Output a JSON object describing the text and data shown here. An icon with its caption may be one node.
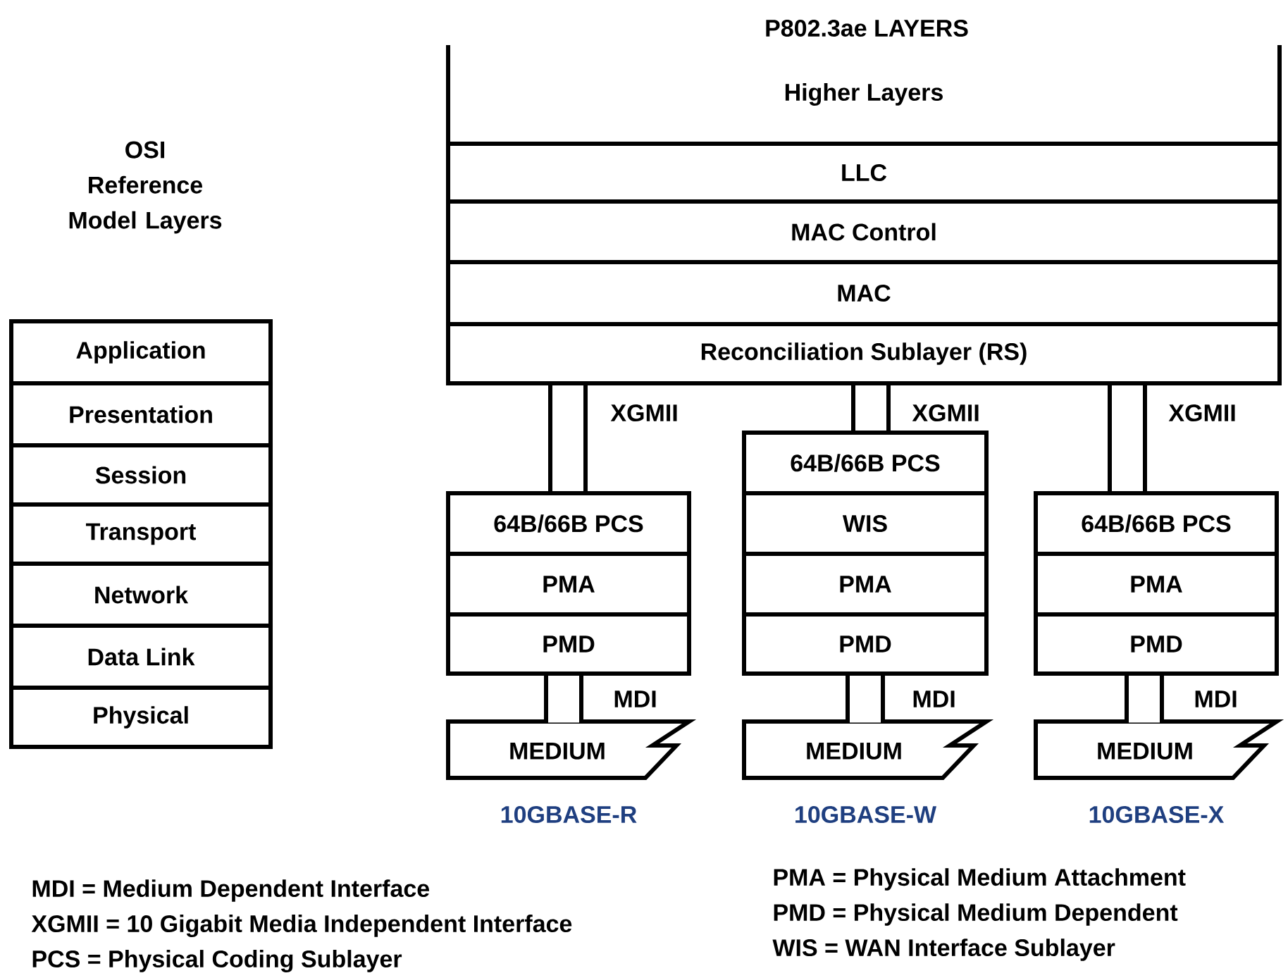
{
  "diagram": {
    "nodes": [
      {
        "text": [
          "Application"
        ]
      },
      {
        "text": [
          "Presentation"
        ]
      },
      {
        "text": [
          "Session"
        ]
      },
      {
        "text": [
          "Transport"
        ]
      },
      {
        "text": [
          "Network"
        ]
      },
      {
        "text": [
          "Data Link"
        ]
      },
      {
        "text": [
          "Physical"
        ]
      },
      {
        "text": [
          "Higher Layers"
        ]
      },
      {
        "text": [
          "LLC"
        ]
      },
      {
        "text": [
          "MAC Control"
        ]
      },
      {
        "text": [
          "MAC"
        ]
      },
      {
        "text": [
          "Reconciliation Sublayer (RS)"
        ]
      },
      {
        "text": [
          "64B/66B PCS"
        ]
      },
      {
        "text": [
          "PMA"
        ]
      },
      {
        "text": [
          "PMD"
        ]
      },
      {
        "text": [
          "MEDIUM"
        ],
        "beside": [
          "10GBASE-R"
        ]
      },
      {
        "text": [
          "64B/66B PCS"
        ]
      },
      {
        "text": [
          "WIS"
        ]
      },
      {
        "text": [
          "PMA"
        ]
      },
      {
        "text": [
          "PMD"
        ]
      },
      {
        "text": [
          "MEDIUM"
        ],
        "beside": [
          "10GBASE-W"
        ]
      },
      {
        "text": [
          "64B/66B PCS"
        ]
      },
      {
        "text": [
          "PMA"
        ]
      },
      {
        "text": [
          "PMD"
        ]
      },
      {
        "text": [
          "MEDIUM"
        ],
        "beside": [
          "10GBASE-X"
        ]
      }
    ],
    "edges": [
      {
        "from": 11,
        "to": 12,
        "arrow": "none",
        "label": "XGMII"
      },
      {
        "from": 11,
        "to": 16,
        "arrow": "none",
        "label": "XGMII"
      },
      {
        "from": 11,
        "to": 21,
        "arrow": "none",
        "label": "XGMII"
      },
      {
        "from": 14,
        "to": 15,
        "arrow": "none",
        "label": "MDI"
      },
      {
        "from": 19,
        "to": 20,
        "arrow": "none",
        "label": "MDI"
      },
      {
        "from": 23,
        "to": 24,
        "arrow": "none",
        "label": "MDI"
      }
    ],
    "labels": [
      "P802.3ae LAYERS",
      "OSI Reference Model Layers",
      "MDI = Medium Dependent Interface",
      "XGMII = 10 Gigabit Media Independent Interface",
      "PCS = Physical Coding Sublayer",
      "PMA = Physical Medium Attachment",
      "PMD = Physical Medium Dependent",
      "WIS = WAN Interface Sublayer"
    ]
  }
}
